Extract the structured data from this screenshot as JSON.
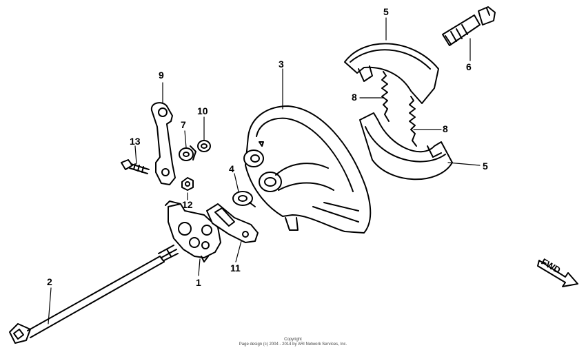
{
  "diagram": {
    "callouts": {
      "c1": "1",
      "c2": "2",
      "c3": "3",
      "c4": "4",
      "c5a": "5",
      "c5b": "5",
      "c6": "6",
      "c7": "7",
      "c8a": "8",
      "c8b": "8",
      "c9": "9",
      "c10": "10",
      "c11": "11",
      "c12": "12",
      "c13": "13"
    },
    "direction_label": "FWD"
  },
  "footer": {
    "copyright_line1": "Copyright",
    "copyright_line2": "Page design (c) 2004 - 2014 by ARI Network Services, Inc."
  }
}
